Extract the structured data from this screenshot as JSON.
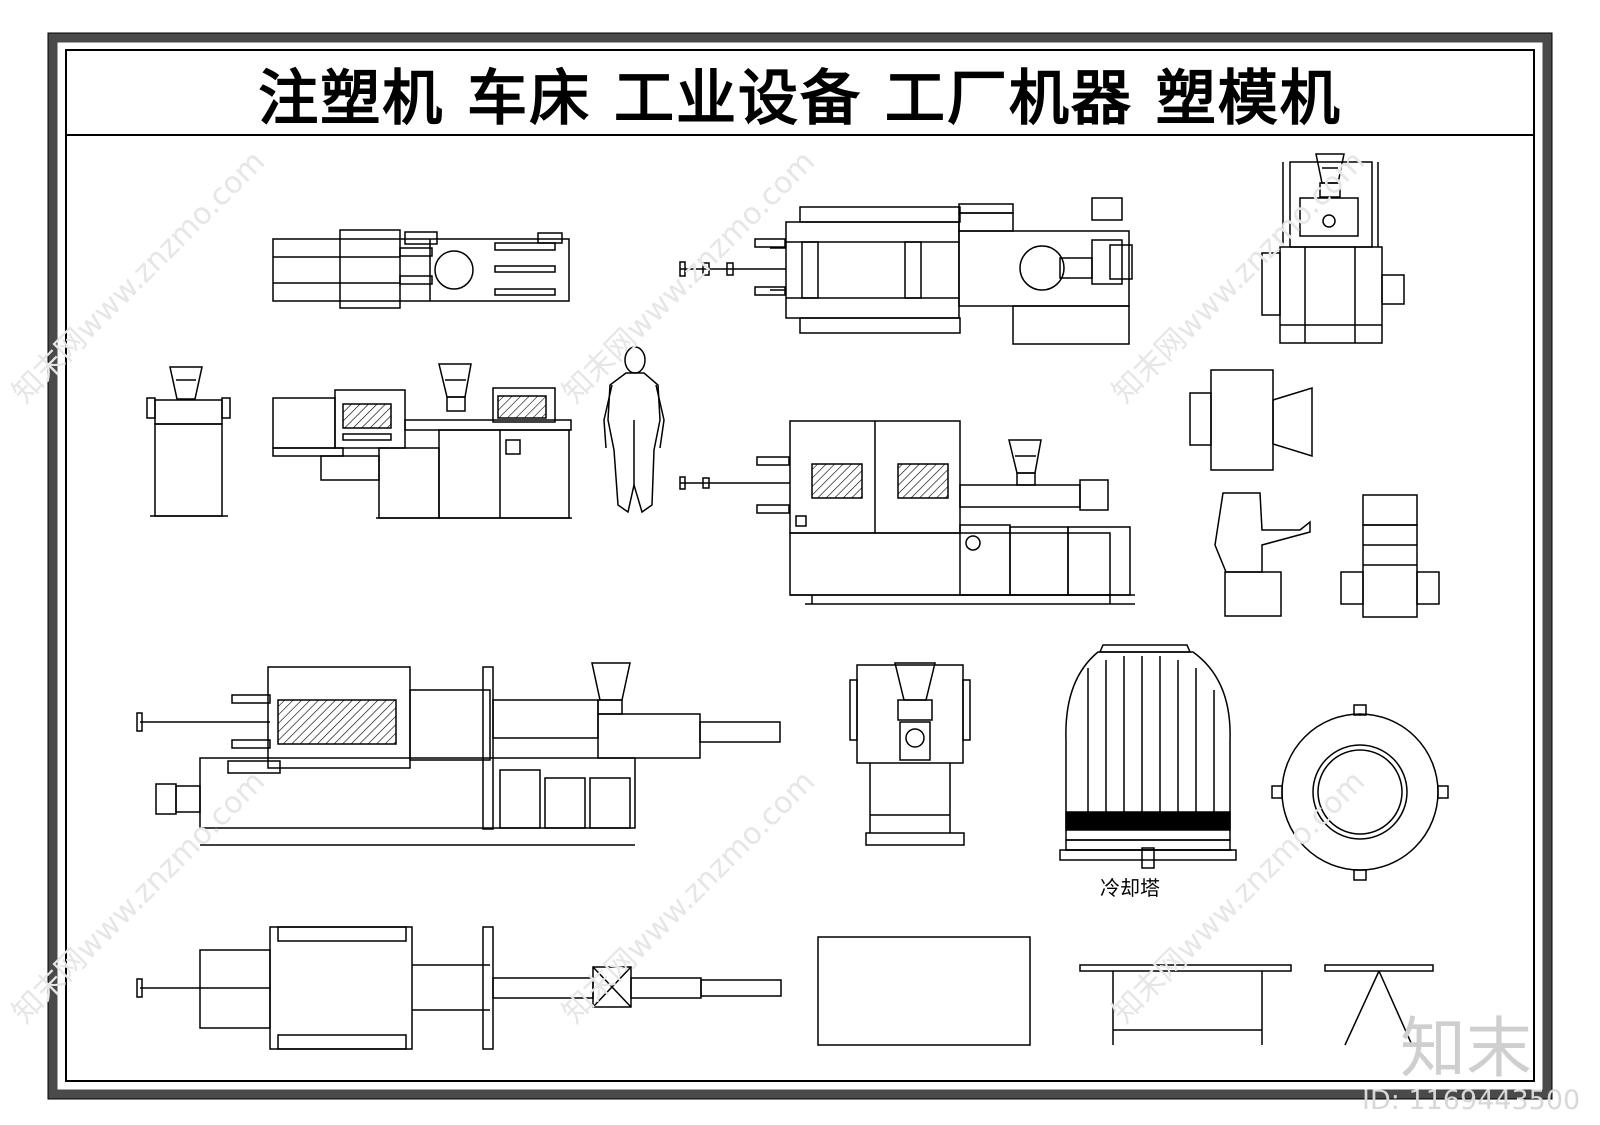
{
  "title": "注塑机  车床  工业设备  工厂机器  塑模机",
  "cooling_tower_label": "冷却塔",
  "brand_logo_text": "知末",
  "image_id": "ID: 1169443500",
  "watermark": "知末网www.znzmo.com"
}
